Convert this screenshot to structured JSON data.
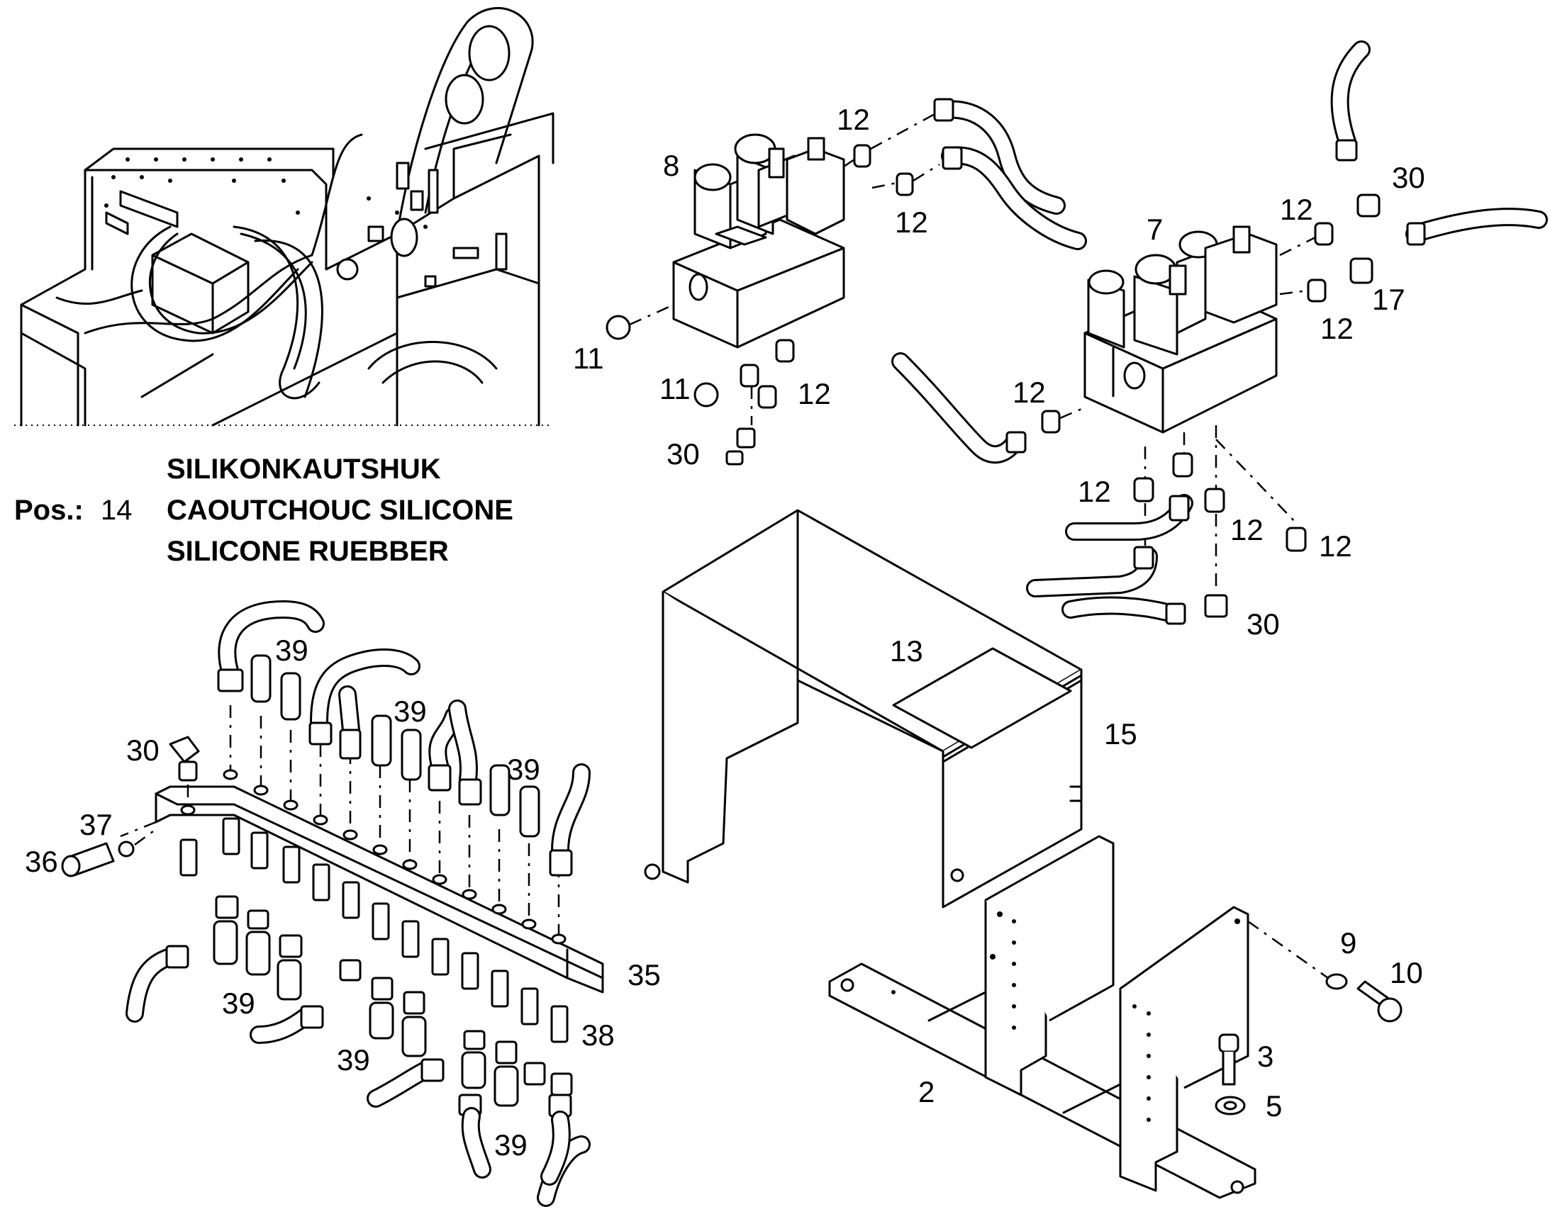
{
  "note": {
    "pos_label": "Pos.:",
    "pos_number": "14",
    "lines": [
      "SILIKONKAUTSHUK",
      "CAOUTCHOUC SILICONE",
      "SILICONE RUEBBER"
    ]
  },
  "callouts": {
    "c2": "2",
    "c3": "3",
    "c5": "5",
    "c7": "7",
    "c8": "8",
    "c9": "9",
    "c10": "10",
    "c11a": "11",
    "c11b": "11",
    "c12a": "12",
    "c12b": "12",
    "c12c": "12",
    "c12d": "12",
    "c12e": "12",
    "c12f": "12",
    "c12g": "12",
    "c12h": "12",
    "c12i": "12",
    "c13": "13",
    "c15": "15",
    "c17": "17",
    "c30a": "30",
    "c30b": "30",
    "c30c": "30",
    "c30d": "30",
    "c35": "35",
    "c36": "36",
    "c37": "37",
    "c38": "38",
    "c39a": "39",
    "c39b": "39",
    "c39c": "39",
    "c39d": "39",
    "c39e": "39",
    "c39f": "39"
  }
}
